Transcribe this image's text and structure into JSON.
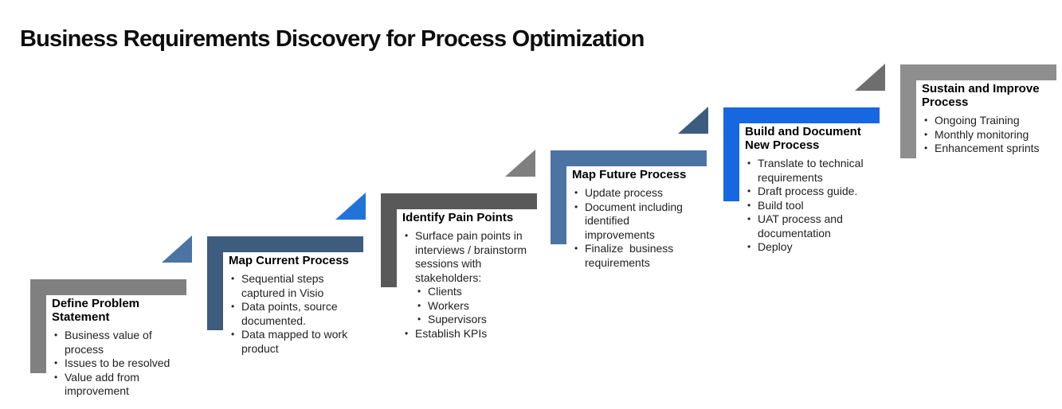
{
  "title": "Business Requirements Discovery for Process Optimization",
  "bullet_glyph": "•",
  "steps": [
    {
      "id": "define-problem-statement",
      "heading": "Define Problem Statement",
      "bar_color": "#808080",
      "bullets": [
        "Business value of process",
        "Issues to be resolved",
        "Value add from improvement"
      ]
    },
    {
      "id": "map-current-process",
      "heading": "Map Current Process",
      "bar_color": "#3e5c7e",
      "arrow_color": "#4b74a5",
      "bullets": [
        "Sequential steps captured in Visio",
        "Data points, source documented.",
        "Data mapped to work product"
      ]
    },
    {
      "id": "identify-pain-points",
      "heading": "Identify Pain Points",
      "bar_color": "#595959",
      "arrow_color": "#2273d9",
      "bullets": [
        "Surface pain points in interviews / brainstorm sessions with stakeholders:",
        "Establish KPIs"
      ],
      "sub_bullets": [
        "Clients",
        "Workers",
        "Supervisors"
      ]
    },
    {
      "id": "map-future-process",
      "heading": "Map Future Process",
      "bar_color": "#4b74a5",
      "arrow_color": "#7f7f7f",
      "bullets": [
        "Update process",
        "Document including identified improvements",
        "Finalize  business requirements"
      ]
    },
    {
      "id": "build-and-document-new-process",
      "heading": "Build and Document New Process",
      "bar_color": "#1667e0",
      "arrow_color": "#3e5c7e",
      "bullets": [
        "Translate to technical requirements",
        "Draft process guide.",
        "Build tool",
        "UAT process and documentation",
        "Deploy"
      ]
    },
    {
      "id": "sustain-and-improve-process",
      "heading": "Sustain and Improve Process",
      "bar_color": "#8e8e8e",
      "arrow_color": "#6e6e6e",
      "bullets": [
        "Ongoing Training",
        "Monthly monitoring",
        "Enhancement sprints"
      ]
    }
  ]
}
